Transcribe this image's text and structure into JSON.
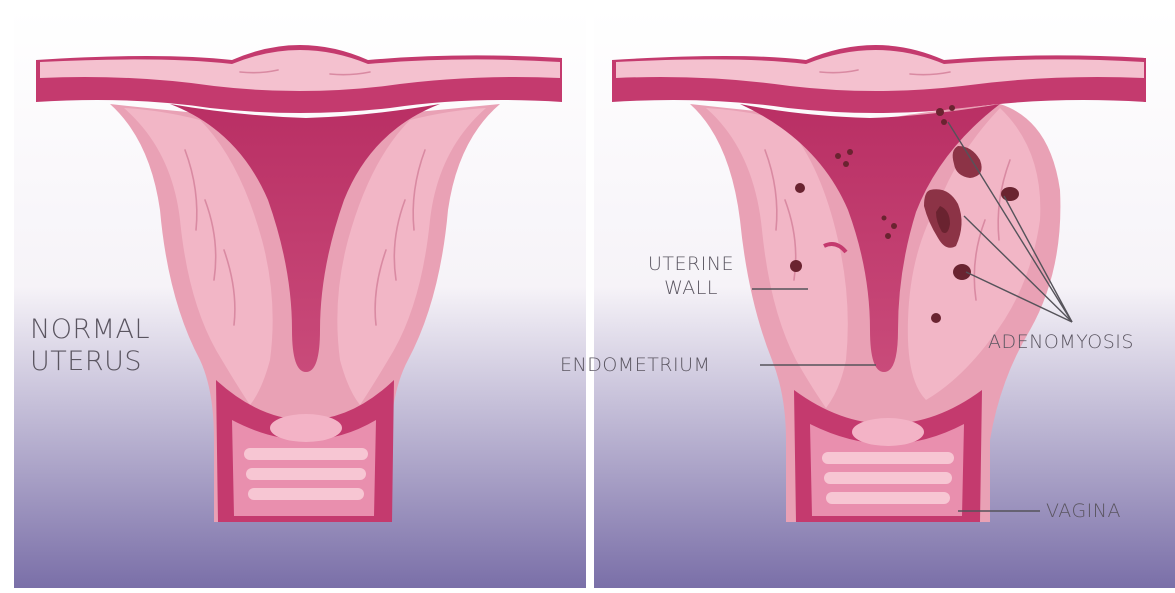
{
  "labels": {
    "normal_line1": "NORMAL",
    "normal_line2": "UTERUS",
    "uterine_line1": "UTERINE",
    "uterine_line2": "WALL",
    "endometrium": "ENDOMETRIUM",
    "adenomyosis": "ADENOMYOSIS",
    "vagina": "VAGINA"
  },
  "colors": {
    "background_top": "#ffffff",
    "background_bottom": "#7a6fa8",
    "endometrium": "#c43a6e",
    "muscle_wall": "#f2b6c6",
    "outer_tissue": "#e9a1b5",
    "lesion": "#6a2330"
  },
  "icons": [
    "normal-uterus-illustration",
    "adenomyosis-uterus-illustration"
  ]
}
